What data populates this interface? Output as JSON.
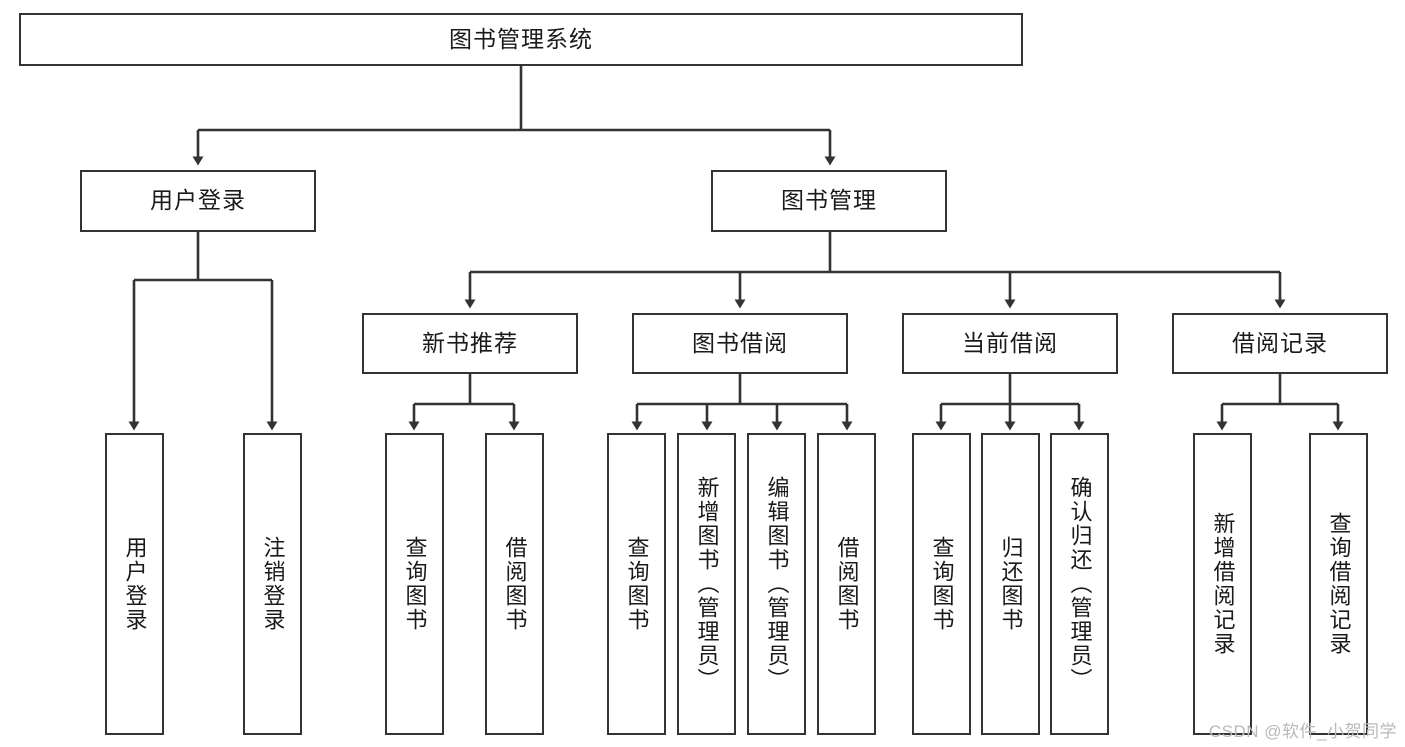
{
  "diagram": {
    "title": "图书管理系统",
    "type": "tree-hierarchy-chart",
    "watermark": "CSDN @软件_小贺同学",
    "colors": {
      "box_border": "#333333",
      "box_fill": "#ffffff",
      "edge": "#333333",
      "text": "#1a1a1a",
      "watermark": "#b9b9b9",
      "background": "#ffffff"
    },
    "root": {
      "id": "root",
      "label": "图书管理系统"
    },
    "level2": [
      {
        "id": "user-login",
        "label": "用户登录"
      },
      {
        "id": "book-manage",
        "label": "图书管理"
      }
    ],
    "level3": [
      {
        "id": "new-book-rec",
        "label": "新书推荐"
      },
      {
        "id": "book-borrow",
        "label": "图书借阅"
      },
      {
        "id": "current-borrow",
        "label": "当前借阅"
      },
      {
        "id": "borrow-record",
        "label": "借阅记录"
      }
    ],
    "leaves": {
      "user_login": [
        {
          "id": "leaf-user-login",
          "label": "用户登录"
        },
        {
          "id": "leaf-logout-login",
          "label": "注销登录"
        }
      ],
      "new_book_rec": [
        {
          "id": "leaf-query-book-1",
          "label": "查询图书"
        },
        {
          "id": "leaf-borrow-book-1",
          "label": "借阅图书"
        }
      ],
      "book_borrow": [
        {
          "id": "leaf-query-book-2",
          "label": "查询图书"
        },
        {
          "id": "leaf-add-book",
          "label": "新增图书（管理员）"
        },
        {
          "id": "leaf-edit-book",
          "label": "编辑图书（管理员）"
        },
        {
          "id": "leaf-borrow-book-2",
          "label": "借阅图书"
        }
      ],
      "current_borrow": [
        {
          "id": "leaf-query-book-3",
          "label": "查询图书"
        },
        {
          "id": "leaf-return-book",
          "label": "归还图书"
        },
        {
          "id": "leaf-confirm-return",
          "label": "确认归还（管理员）"
        }
      ],
      "borrow_record": [
        {
          "id": "leaf-add-record",
          "label": "新增借阅记录"
        },
        {
          "id": "leaf-query-record",
          "label": "查询借阅记录"
        }
      ]
    }
  }
}
